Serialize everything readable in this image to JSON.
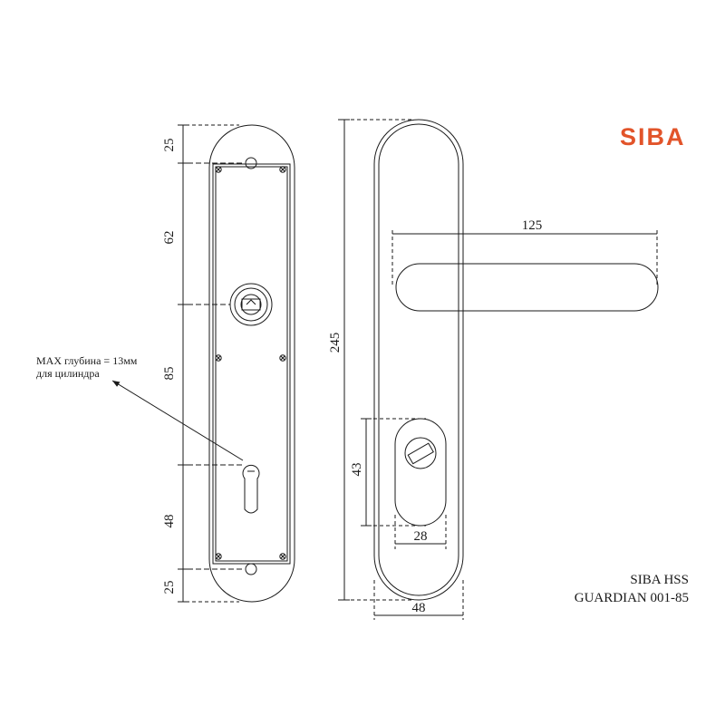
{
  "brand": {
    "logo_text": "SIBA",
    "logo_color": "#e2542a"
  },
  "caption": {
    "line1": "SIBA HSS",
    "line2": "GUARDIAN 001-85"
  },
  "note": {
    "line1": "MAX глубина = 13мм",
    "line2": "для цилиндра"
  },
  "dimensions": {
    "top": "25",
    "upper": "62",
    "middle": "85",
    "lower": "48",
    "bottom": "25",
    "height": "245",
    "handle_length": "125",
    "cutout_height": "43",
    "cutout_width": "28",
    "plate_width": "48"
  },
  "colors": {
    "line": "#1a1a1a"
  }
}
